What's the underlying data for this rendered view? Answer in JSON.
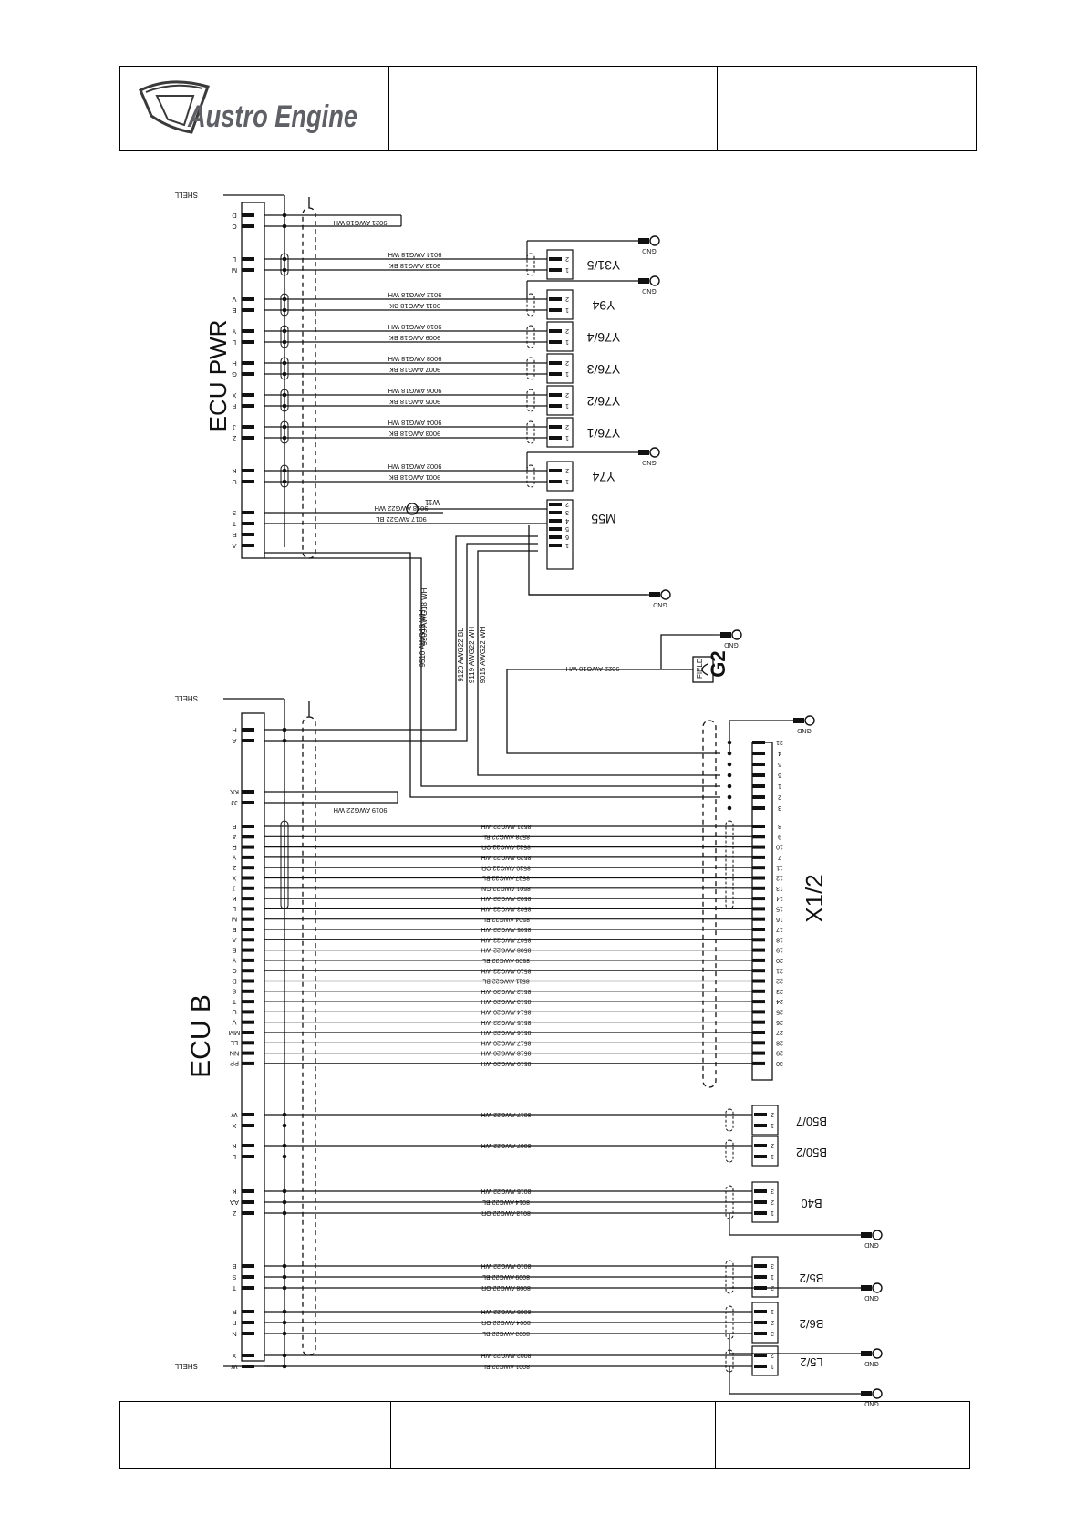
{
  "header": {
    "brand": "Austro Engine"
  },
  "labels": {
    "shell": "SHELL",
    "gnd": "GND",
    "field": "FIELD",
    "ecu_pwr": "ECU PWR",
    "ecu_b": "ECU B",
    "x12": "X1/2",
    "g2": "G2",
    "w11": "W11"
  },
  "ecu_pwr": {
    "groups": [
      {
        "pins": [
          "D",
          "C"
        ],
        "wires": [
          "9021 AWG18 WH"
        ],
        "loop": true
      },
      {
        "pins": [
          "L",
          "M"
        ],
        "wires": [
          "9014 AWG18 WH",
          "9013 AWG18 BK"
        ],
        "component": "Y31/5",
        "gnd": true
      },
      {
        "pins": [
          "V",
          "E"
        ],
        "wires": [
          "9012 AWG18 WH",
          "9011 AWG18 BK"
        ],
        "component": "Y94",
        "gnd": true
      },
      {
        "pins": [
          "Y",
          "L"
        ],
        "wires": [
          "9010 AWG18 WH",
          "9009 AWG18 BK"
        ],
        "component": "Y76/4"
      },
      {
        "pins": [
          "H",
          "G"
        ],
        "wires": [
          "9008 AWG18 WH",
          "9007 AWG18 BK"
        ],
        "component": "Y76/3"
      },
      {
        "pins": [
          "X",
          "F"
        ],
        "wires": [
          "9006 AWG18 WH",
          "9005 AWG18 BK"
        ],
        "component": "Y76/2"
      },
      {
        "pins": [
          "J",
          "Z"
        ],
        "wires": [
          "9004 AWG18 WH",
          "9003 AWG18 BK"
        ],
        "component": "Y76/1"
      },
      {
        "pins": [
          "K",
          "U"
        ],
        "wires": [
          "9002 AWG18 WH",
          "9001 AWG18 BK"
        ],
        "component": "Y74",
        "gnd": true
      }
    ],
    "m55": {
      "component": "M55",
      "pins": [
        "S",
        "T",
        "R",
        "A"
      ],
      "wires": [
        "9018 AWG22 WH",
        "9017 AWG22 BL"
      ],
      "connector_pins": [
        "2",
        "3",
        "4",
        "5",
        "6",
        "1"
      ]
    }
  },
  "vertical_wires": [
    "9509 AWG18 WH",
    "9510 AWG18 WH",
    "9120 AWG22 BL",
    "9119 AWG22 WH",
    "9015 AWG22 WH"
  ],
  "g2_wire": "9022 AWG18 WH",
  "ecu_b": {
    "top_pins": [
      "H",
      "A"
    ],
    "kk_pins": [
      "KK",
      "JJ"
    ],
    "kk_wire": "9019 AWG22 WH",
    "x12_top_pins": [
      "31",
      "4",
      "5",
      "6",
      "1",
      "2",
      "3"
    ],
    "rows": [
      {
        "pin": "B",
        "wire": "8521 AWG22 WH",
        "term": "8"
      },
      {
        "pin": "A",
        "wire": "8528 AWG22 BL",
        "term": "9"
      },
      {
        "pin": "R",
        "wire": "8522 AWG22 OR",
        "term": "10"
      },
      {
        "pin": "Y",
        "wire": "8529 AWG22 WH",
        "term": "7"
      },
      {
        "pin": "Z",
        "wire": "8520 AWG22 OR",
        "term": "11"
      },
      {
        "pin": "X",
        "wire": "8527 AWG22 BL",
        "term": "12"
      },
      {
        "pin": "J",
        "wire": "8501 AWG22 GN",
        "term": "13"
      },
      {
        "pin": "K",
        "wire": "8502 AWG22 WH",
        "term": "14"
      },
      {
        "pin": "L",
        "wire": "8503 AWG22 WH",
        "term": "15"
      },
      {
        "pin": "M",
        "wire": "8504 AWG22 BL",
        "term": "16"
      },
      {
        "pin": "B",
        "wire": "8505 AWG22 WH",
        "term": "17"
      },
      {
        "pin": "A",
        "wire": "8507 AWG22 WH",
        "term": "18"
      },
      {
        "pin": "E",
        "wire": "8508 AWG22 WH",
        "term": "19"
      },
      {
        "pin": "Y",
        "wire": "8509 AWG22 BL",
        "term": "20"
      },
      {
        "pin": "C",
        "wire": "8510 AWG22 WH",
        "term": "21"
      },
      {
        "pin": "D",
        "wire": "8511 AWG22 BL",
        "term": "22"
      },
      {
        "pin": "S",
        "wire": "8512 AWG20 WH",
        "term": "23"
      },
      {
        "pin": "T",
        "wire": "8513 AWG20 WH",
        "term": "24"
      },
      {
        "pin": "U",
        "wire": "8514 AWG20 WH",
        "term": "25"
      },
      {
        "pin": "V",
        "wire": "8515 AWG22 WH",
        "term": "26"
      },
      {
        "pin": "MM",
        "wire": "8516 AWG22 WH",
        "term": "27"
      },
      {
        "pin": "LL",
        "wire": "8517 AWG20 WH",
        "term": "28"
      },
      {
        "pin": "NN",
        "wire": "8518 AWG20 WH",
        "term": "29"
      },
      {
        "pin": "PP",
        "wire": "8519 AWG20 WH",
        "term": "30"
      }
    ],
    "sensors": [
      {
        "component": "B50/7",
        "pins": [
          "W",
          "X"
        ],
        "wires": [
          "8017 AWG22 WH"
        ],
        "terms": [
          "2",
          "1"
        ]
      },
      {
        "component": "B50/2",
        "pins": [
          "K",
          "L"
        ],
        "wires": [
          "8007 AWG22 WH"
        ],
        "terms": [
          "2",
          "1"
        ]
      },
      {
        "component": "B40",
        "pins": [
          "K",
          "AA",
          "Z"
        ],
        "wires": [
          "8015 AWG22 WH",
          "8014 AWG22 BL",
          "8013 AWG22 OR"
        ],
        "terms": [
          "3",
          "2",
          "1"
        ],
        "gnd": true
      },
      {
        "component": "B5/2",
        "pins": [
          "B",
          "S",
          "T"
        ],
        "wires": [
          "8010 AWG22 WH",
          "8009 AWG22 BL",
          "8008 AWG22 OR"
        ],
        "terms": [
          "3",
          "1",
          "2"
        ],
        "gnd": true
      },
      {
        "component": "B6/2",
        "pins": [
          "R",
          "P",
          "N"
        ],
        "wires": [
          "8005 AWG22 WH",
          "8004 AWG22 OR",
          "8003 AWG22 BL"
        ],
        "terms": [
          "1",
          "2",
          "3"
        ],
        "gnd": true
      },
      {
        "component": "L5/2",
        "pins": [
          "X",
          "W"
        ],
        "wires": [
          "8002 AWG22 WH",
          "8001 AWG22 BL"
        ],
        "terms": [
          "2",
          "1"
        ],
        "gnd": true
      }
    ]
  }
}
